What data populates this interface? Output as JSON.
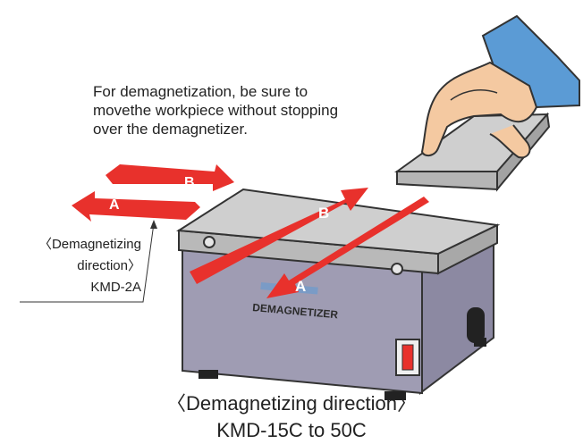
{
  "instruction_lines": [
    "For demagnetization, be sure to",
    "movethe workpiece without stopping",
    "over the demagnetizer."
  ],
  "small_model_caption": [
    "〈Demagnetizing",
    "direction〉",
    "KMD-2A"
  ],
  "large_model_caption": [
    "〈Demagnetizing direction〉",
    "KMD-15C to 50C"
  ],
  "device_label": "DEMAGNETIZER",
  "arrow_labels": {
    "a": "A",
    "b": "B"
  },
  "colors": {
    "arrow_red": "#e8312c",
    "body_purple": "#9f9cb3",
    "top_plate": "#c8c8c8",
    "sleeve_blue": "#5b9bd5",
    "skin": "#f4c9a1"
  }
}
